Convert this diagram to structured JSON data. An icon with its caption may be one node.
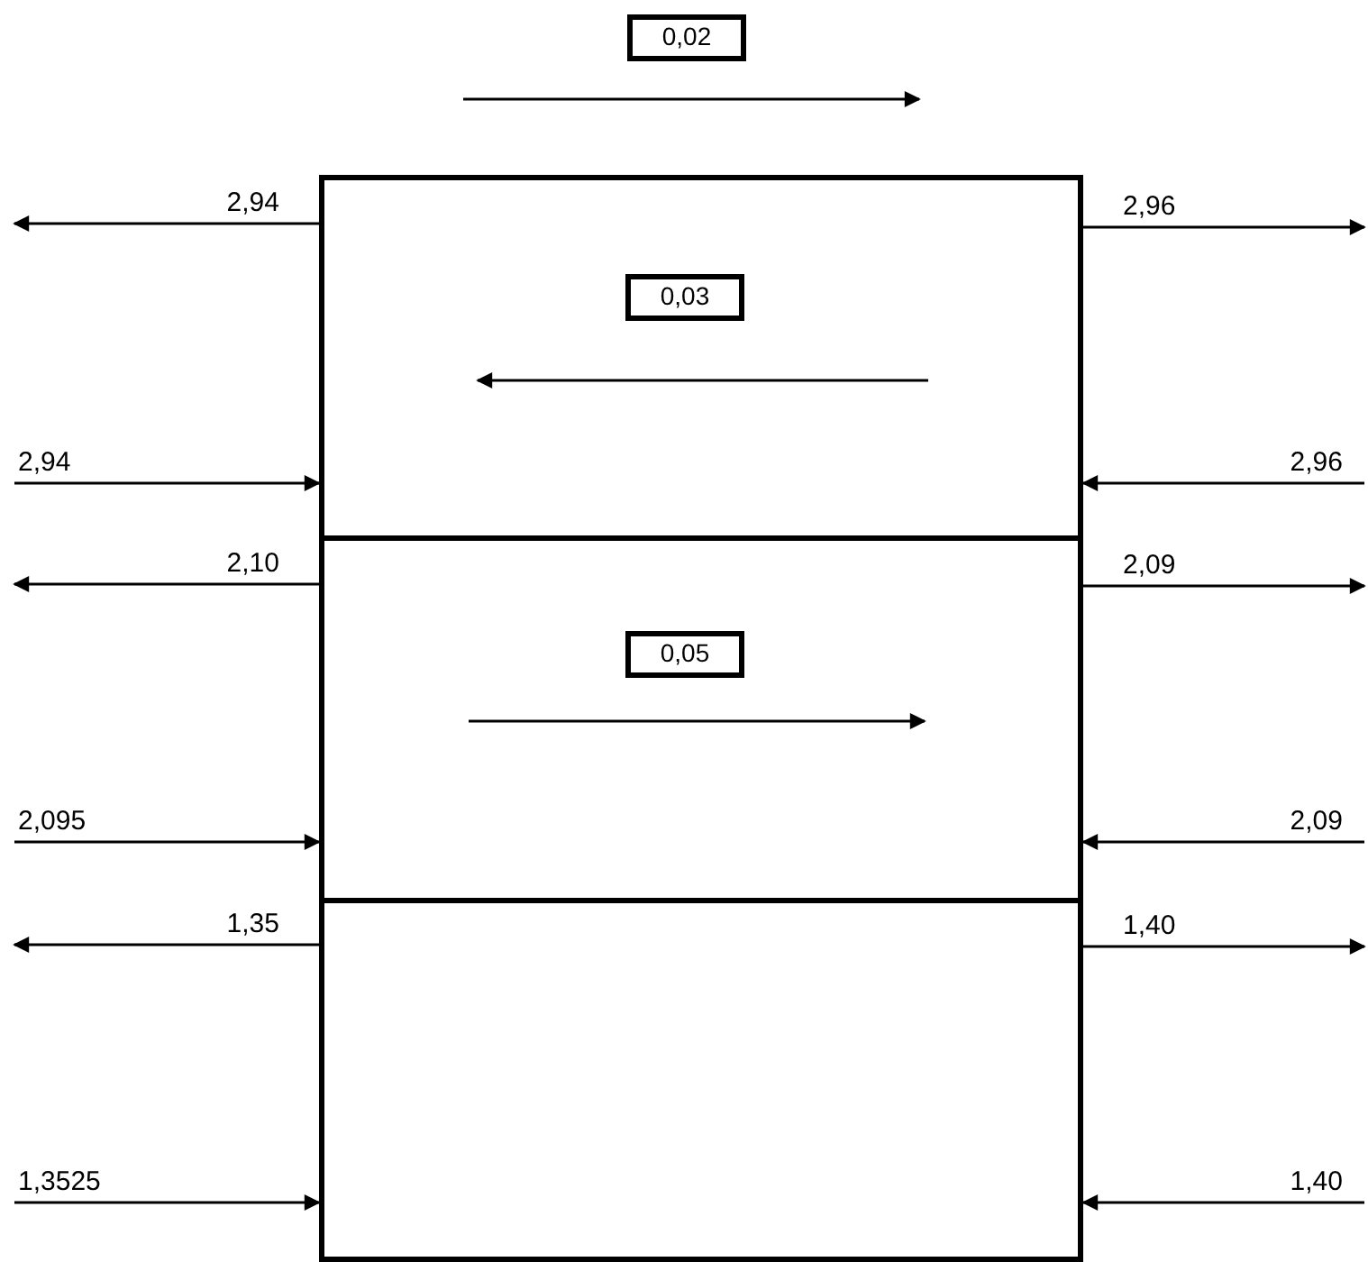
{
  "diagram": {
    "nodes": [
      {
        "text": [
          "0,02"
        ]
      },
      {
        "text": [],
        "shape": "box"
      },
      {
        "text": [
          "0,03"
        ],
        "in": 1
      },
      {
        "text": [],
        "shape": "box"
      },
      {
        "text": [
          "0,05"
        ],
        "in": 3
      },
      {
        "text": [],
        "shape": "box"
      }
    ],
    "edges": [
      {
        "from": 1,
        "to": null,
        "arrow": "to",
        "label": "2,94"
      },
      {
        "from": 1,
        "to": null,
        "arrow": "to",
        "label": "2,96"
      },
      {
        "from": null,
        "to": 1,
        "arrow": "to",
        "label": "2,94"
      },
      {
        "from": null,
        "to": 1,
        "arrow": "to",
        "label": "2,96"
      },
      {
        "from": 3,
        "to": null,
        "arrow": "to",
        "label": "2,10"
      },
      {
        "from": 3,
        "to": null,
        "arrow": "to",
        "label": "2,09"
      },
      {
        "from": null,
        "to": 3,
        "arrow": "to",
        "label": "2,095"
      },
      {
        "from": null,
        "to": 3,
        "arrow": "to",
        "label": "2,09"
      },
      {
        "from": 5,
        "to": null,
        "arrow": "to",
        "label": "1,35"
      },
      {
        "from": 5,
        "to": null,
        "arrow": "to",
        "label": "1,40"
      },
      {
        "from": null,
        "to": 5,
        "arrow": "to",
        "label": "1,3525"
      },
      {
        "from": null,
        "to": 5,
        "arrow": "to",
        "label": "1,40"
      }
    ]
  }
}
